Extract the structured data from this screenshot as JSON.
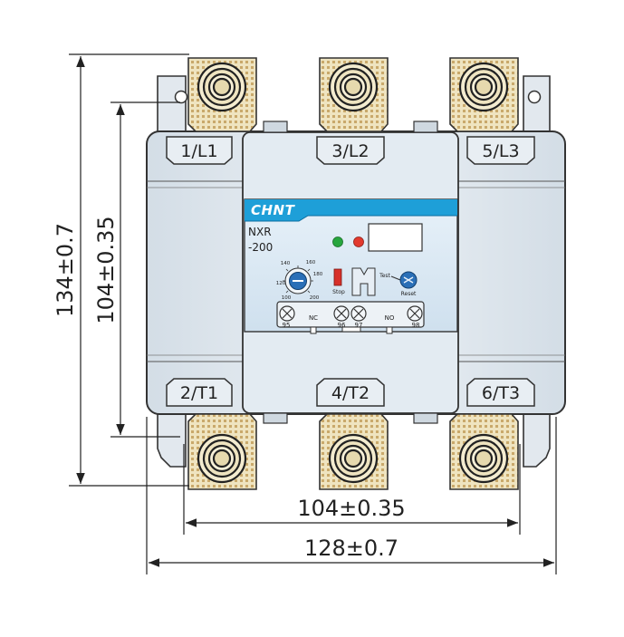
{
  "diagram": {
    "terminals_top": [
      "1/L1",
      "3/L2",
      "5/L3"
    ],
    "terminals_bottom": [
      "2/T1",
      "4/T2",
      "6/T3"
    ],
    "brand": "CHNT",
    "model_line1": "NXR",
    "model_line2": "-200",
    "dial_ticks": [
      "140",
      "160",
      "180",
      "200",
      "100",
      "120"
    ],
    "button_stop": "Stop",
    "button_test": "Test",
    "button_reset": "Reset",
    "aux_terminals": [
      "95",
      "96",
      "97",
      "98"
    ],
    "aux_labels": [
      "NC",
      "NO"
    ],
    "dimensions": {
      "height_outer": "134±0.7",
      "height_inner": "104±0.35",
      "width_inner": "104±0.35",
      "width_outer": "128±0.7"
    },
    "colors": {
      "body": "#e6ecf1",
      "body_edge": "#3a3a3a",
      "panel": "#d8e6f2",
      "brand_bar": "#1e9fd8",
      "copper": "#eadfb8",
      "led_green": "#27a63e",
      "led_red": "#e23a2e",
      "stop_red": "#d7302a",
      "reset_blue": "#2a6fb7"
    }
  }
}
